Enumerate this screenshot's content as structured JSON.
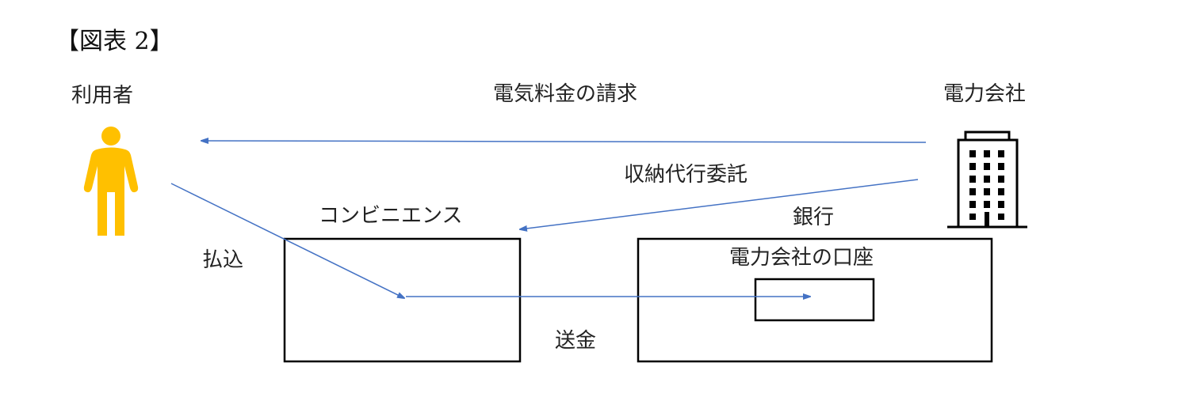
{
  "title": "【図表 2】",
  "nodes": {
    "user": "利用者",
    "power_company": "電力会社",
    "convenience_store": "コンビニエンス",
    "bank": "銀行",
    "company_account": "電力会社の口座"
  },
  "edges": {
    "billing": "電気料金の請求",
    "collection_agency": "収納代行委託",
    "payment": "払込",
    "remittance": "送金"
  },
  "colors": {
    "arrow": "#4472c4",
    "person": "#ffc000",
    "box": "#000000"
  }
}
